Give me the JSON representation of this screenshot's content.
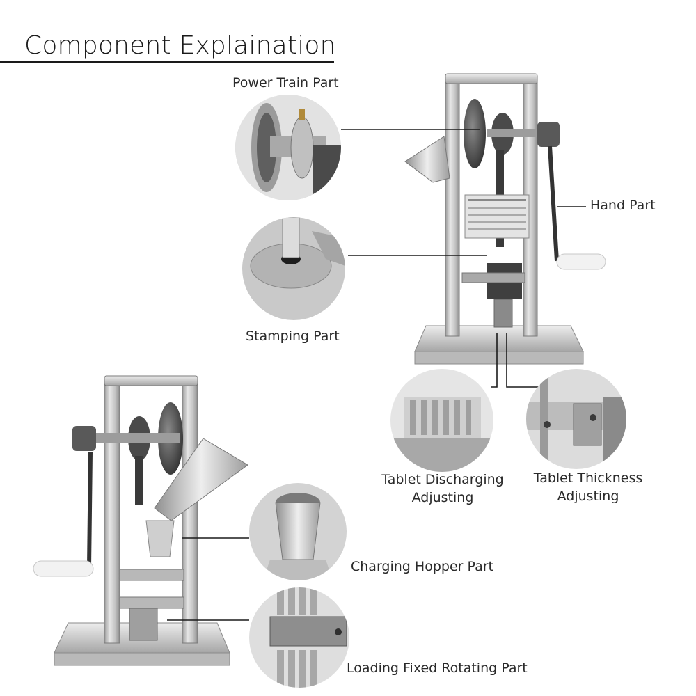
{
  "title": "Component Explaination",
  "labels": {
    "power_train": "Power Train Part",
    "hand": "Hand Part",
    "stamping": "Stamping Part",
    "discharging_line1": "Tablet Discharging",
    "discharging_line2": "Adjusting",
    "thickness_line1": "Tablet Thickness",
    "thickness_line2": "Adjusting",
    "charging_hopper": "Charging Hopper Part",
    "loading_fixed": "Loading Fixed Rotating Part"
  },
  "colors": {
    "metal_light": "#d9d9d9",
    "metal_mid": "#b4b4b4",
    "metal_dark": "#5a5a5a",
    "line": "#1a1a1a",
    "handle": "#f2f2f2"
  },
  "icons": [
    "tablet-press-machine-top",
    "tablet-press-machine-bottom"
  ]
}
